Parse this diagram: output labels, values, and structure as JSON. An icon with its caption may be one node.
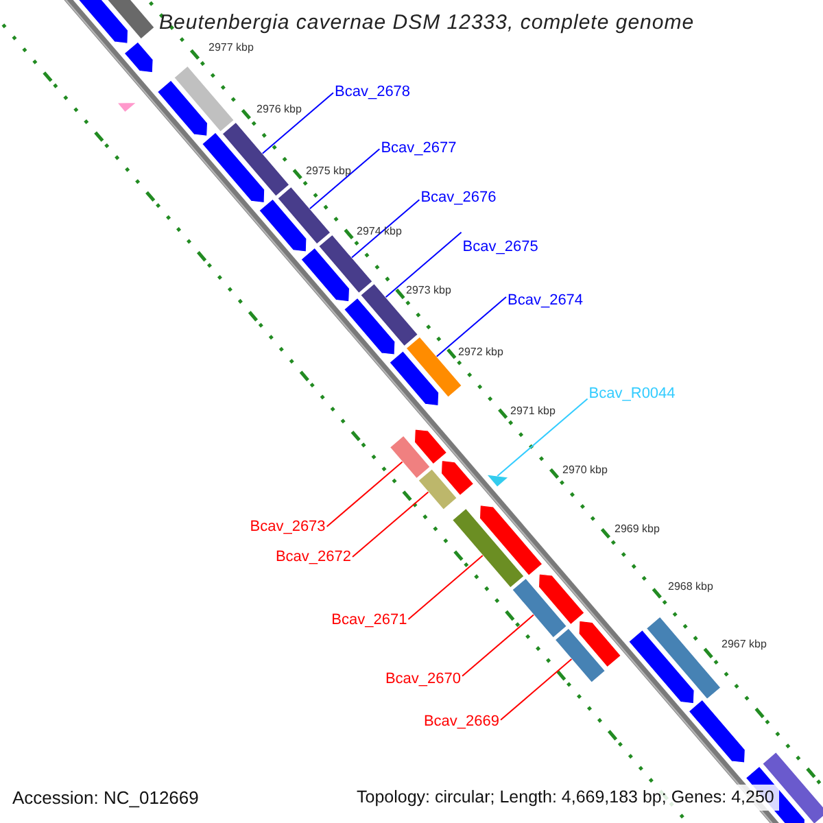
{
  "diagram": {
    "title": "Beutenbergia cavernae DSM 12333, complete genome",
    "nodes": [
      {
        "text": [
          "Bcav_2678"
        ]
      },
      {
        "text": [
          "Bcav_2677"
        ]
      },
      {
        "text": [
          "Bcav_2676"
        ]
      },
      {
        "text": [
          "Bcav_2675"
        ]
      },
      {
        "text": [
          "Bcav_2674"
        ]
      },
      {
        "text": [
          "Bcav_R0044"
        ]
      },
      {
        "text": [],
        "shape": "bar"
      },
      {
        "text": [],
        "shape": "bar"
      },
      {
        "text": [],
        "shape": "bar"
      },
      {
        "text": [],
        "shape": "bar"
      },
      {
        "text": [],
        "shape": "bar"
      },
      {
        "text": [],
        "shape": "triangle"
      },
      {
        "text": [
          "Bcav_2673"
        ]
      },
      {
        "text": [
          "Bcav_2672"
        ]
      },
      {
        "text": [
          "Bcav_2671"
        ]
      },
      {
        "text": [
          "Bcav_2670"
        ]
      },
      {
        "text": [
          "Bcav_2669"
        ]
      },
      {
        "text": [],
        "shape": "bar"
      },
      {
        "text": [],
        "shape": "bar"
      },
      {
        "text": [],
        "shape": "bar"
      },
      {
        "text": [],
        "shape": "bar"
      },
      {
        "text": [],
        "shape": "bar"
      }
    ],
    "edges": [
      {
        "from": 0,
        "to": 6,
        "arrow": "none",
        "color": "#0000ff"
      },
      {
        "from": 1,
        "to": 7,
        "arrow": "none",
        "color": "#0000ff"
      },
      {
        "from": 2,
        "to": 8,
        "arrow": "none",
        "color": "#0000ff"
      },
      {
        "from": 3,
        "to": 9,
        "arrow": "none",
        "color": "#0000ff"
      },
      {
        "from": 4,
        "to": 10,
        "arrow": "none",
        "color": "#0000ff"
      },
      {
        "from": 5,
        "to": 11,
        "arrow": "none",
        "color": "#33ccff"
      },
      {
        "from": 12,
        "to": 17,
        "arrow": "none",
        "color": "#ff0000"
      },
      {
        "from": 13,
        "to": 18,
        "arrow": "none",
        "color": "#ff0000"
      },
      {
        "from": 14,
        "to": 19,
        "arrow": "none",
        "color": "#ff0000"
      },
      {
        "from": 15,
        "to": 20,
        "arrow": "none",
        "color": "#ff0000"
      },
      {
        "from": 16,
        "to": 21,
        "arrow": "none",
        "color": "#ff0000"
      }
    ],
    "labels": [
      "2977 kbp",
      "2976 kbp",
      "2975 kbp",
      "2974 kbp",
      "2973 kbp",
      "2972 kbp",
      "2971 kbp",
      "2970 kbp",
      "2969 kbp",
      "2968 kbp",
      "2967 kbp",
      "Accession: NC_012669",
      "Topology: circular; Length: 4,669,183 bp; Genes: 4,250"
    ]
  }
}
